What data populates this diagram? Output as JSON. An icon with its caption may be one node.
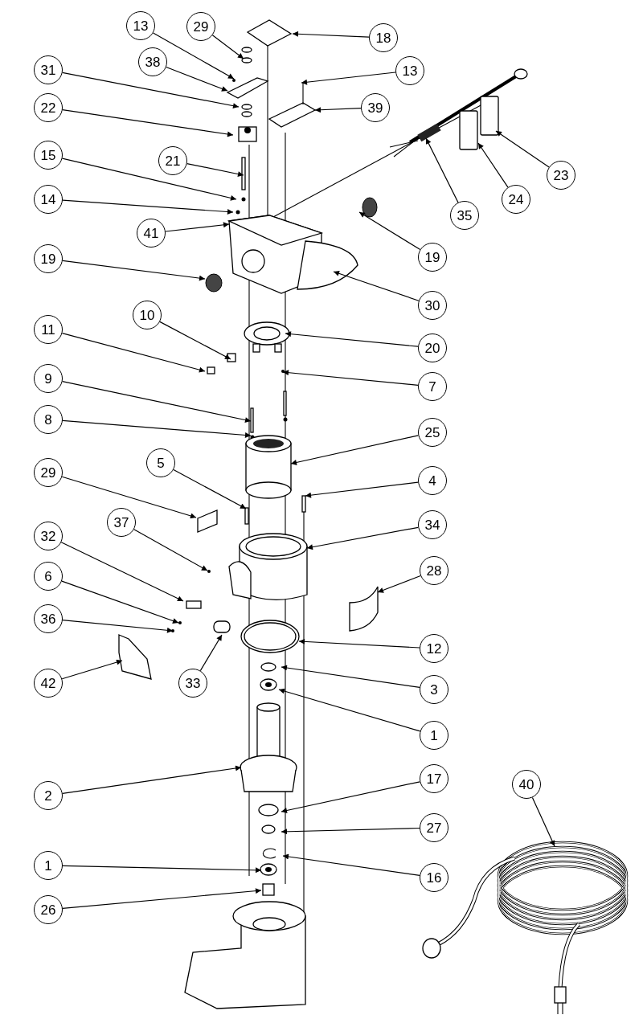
{
  "diagram": {
    "nodes": [
      {
        "text": [
          "13"
        ]
      },
      {
        "text": [
          "29"
        ]
      },
      {
        "text": [
          "18"
        ]
      },
      {
        "text": [
          "38"
        ]
      },
      {
        "text": [
          "13"
        ]
      },
      {
        "text": [
          "31"
        ]
      },
      {
        "text": [
          "39"
        ]
      },
      {
        "text": [
          "22"
        ]
      },
      {
        "text": [
          "15"
        ]
      },
      {
        "text": [
          "21"
        ]
      },
      {
        "text": [
          "23"
        ]
      },
      {
        "text": [
          "24"
        ]
      },
      {
        "text": [
          "14"
        ]
      },
      {
        "text": [
          "35"
        ]
      },
      {
        "text": [
          "41"
        ]
      },
      {
        "text": [
          "19"
        ]
      },
      {
        "text": [
          "19"
        ]
      },
      {
        "text": [
          "30"
        ]
      },
      {
        "text": [
          "10"
        ]
      },
      {
        "text": [
          "11"
        ]
      },
      {
        "text": [
          "20"
        ]
      },
      {
        "text": [
          "9"
        ]
      },
      {
        "text": [
          "7"
        ]
      },
      {
        "text": [
          "8"
        ]
      },
      {
        "text": [
          "25"
        ]
      },
      {
        "text": [
          "5"
        ]
      },
      {
        "text": [
          "4"
        ]
      },
      {
        "text": [
          "29"
        ]
      },
      {
        "text": [
          "37"
        ]
      },
      {
        "text": [
          "34"
        ]
      },
      {
        "text": [
          "32"
        ]
      },
      {
        "text": [
          "28"
        ]
      },
      {
        "text": [
          "6"
        ]
      },
      {
        "text": [
          "36"
        ]
      },
      {
        "text": [
          "12"
        ]
      },
      {
        "text": [
          "42"
        ]
      },
      {
        "text": [
          "33"
        ]
      },
      {
        "text": [
          "3"
        ]
      },
      {
        "text": [
          "1"
        ]
      },
      {
        "text": [
          "2"
        ]
      },
      {
        "text": [
          "17"
        ]
      },
      {
        "text": [
          "40"
        ]
      },
      {
        "text": [
          "27"
        ]
      },
      {
        "text": [
          "1"
        ]
      },
      {
        "text": [
          "16"
        ]
      },
      {
        "text": [
          "26"
        ]
      }
    ],
    "edges": [
      {
        "from": 0,
        "to": null,
        "arrow": "to"
      },
      {
        "from": 1,
        "to": null,
        "arrow": "to"
      },
      {
        "from": 2,
        "to": null,
        "arrow": "to"
      },
      {
        "from": 3,
        "to": null,
        "arrow": "to"
      },
      {
        "from": 4,
        "to": null,
        "arrow": "to"
      },
      {
        "from": 5,
        "to": null,
        "arrow": "to"
      },
      {
        "from": 6,
        "to": null,
        "arrow": "to"
      },
      {
        "from": 7,
        "to": null,
        "arrow": "to"
      },
      {
        "from": 8,
        "to": null,
        "arrow": "to"
      },
      {
        "from": 9,
        "to": null,
        "arrow": "to"
      },
      {
        "from": 10,
        "to": null,
        "arrow": "to"
      },
      {
        "from": 11,
        "to": null,
        "arrow": "to"
      },
      {
        "from": 12,
        "to": null,
        "arrow": "to"
      },
      {
        "from": 13,
        "to": null,
        "arrow": "to"
      },
      {
        "from": 14,
        "to": null,
        "arrow": "to"
      },
      {
        "from": 15,
        "to": null,
        "arrow": "to"
      },
      {
        "from": 16,
        "to": null,
        "arrow": "to"
      },
      {
        "from": 17,
        "to": null,
        "arrow": "to"
      },
      {
        "from": 18,
        "to": null,
        "arrow": "to"
      },
      {
        "from": 19,
        "to": null,
        "arrow": "to"
      },
      {
        "from": 20,
        "to": null,
        "arrow": "to"
      },
      {
        "from": 21,
        "to": null,
        "arrow": "to"
      },
      {
        "from": 22,
        "to": null,
        "arrow": "to"
      },
      {
        "from": 23,
        "to": null,
        "arrow": "to"
      },
      {
        "from": 24,
        "to": null,
        "arrow": "to"
      },
      {
        "from": 25,
        "to": null,
        "arrow": "to"
      },
      {
        "from": 26,
        "to": null,
        "arrow": "to"
      },
      {
        "from": 27,
        "to": null,
        "arrow": "to"
      },
      {
        "from": 28,
        "to": null,
        "arrow": "to"
      },
      {
        "from": 29,
        "to": null,
        "arrow": "to"
      },
      {
        "from": 30,
        "to": null,
        "arrow": "to"
      },
      {
        "from": 31,
        "to": null,
        "arrow": "to"
      },
      {
        "from": 32,
        "to": null,
        "arrow": "to"
      },
      {
        "from": 33,
        "to": null,
        "arrow": "to"
      },
      {
        "from": 34,
        "to": null,
        "arrow": "to"
      },
      {
        "from": 35,
        "to": null,
        "arrow": "to"
      },
      {
        "from": 36,
        "to": null,
        "arrow": "to"
      },
      {
        "from": 37,
        "to": null,
        "arrow": "to"
      },
      {
        "from": 38,
        "to": null,
        "arrow": "to"
      },
      {
        "from": 39,
        "to": null,
        "arrow": "to"
      },
      {
        "from": 40,
        "to": null,
        "arrow": "to"
      },
      {
        "from": 41,
        "to": null,
        "arrow": "to"
      },
      {
        "from": 42,
        "to": null,
        "arrow": "to"
      },
      {
        "from": 43,
        "to": null,
        "arrow": "to"
      },
      {
        "from": 44,
        "to": null,
        "arrow": "to"
      },
      {
        "from": 45,
        "to": null,
        "arrow": "to"
      }
    ]
  }
}
